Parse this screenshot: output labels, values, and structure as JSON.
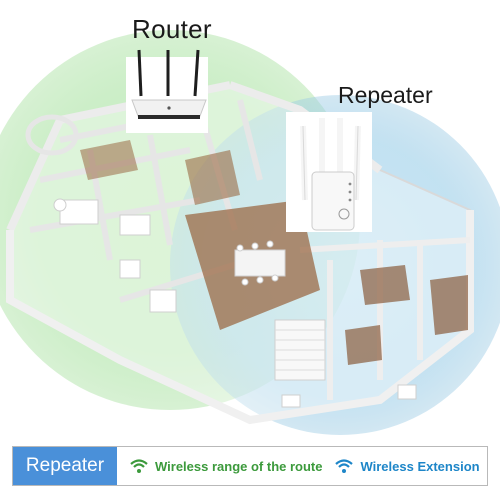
{
  "labels": {
    "router": "Router",
    "repeater": "Repeater"
  },
  "legend": {
    "tag": "Repeater",
    "router_range": "Wireless range of the route",
    "extension_range": "Wireless Extension",
    "router_icon": "wifi-icon",
    "extension_icon": "wifi-icon"
  },
  "colors": {
    "router_coverage": "#b7e6b0",
    "repeater_coverage": "#a9d4ea",
    "legend_tag": "#4a90d9",
    "legend_green": "#3c9a3c",
    "legend_blue": "#1e86c8"
  }
}
